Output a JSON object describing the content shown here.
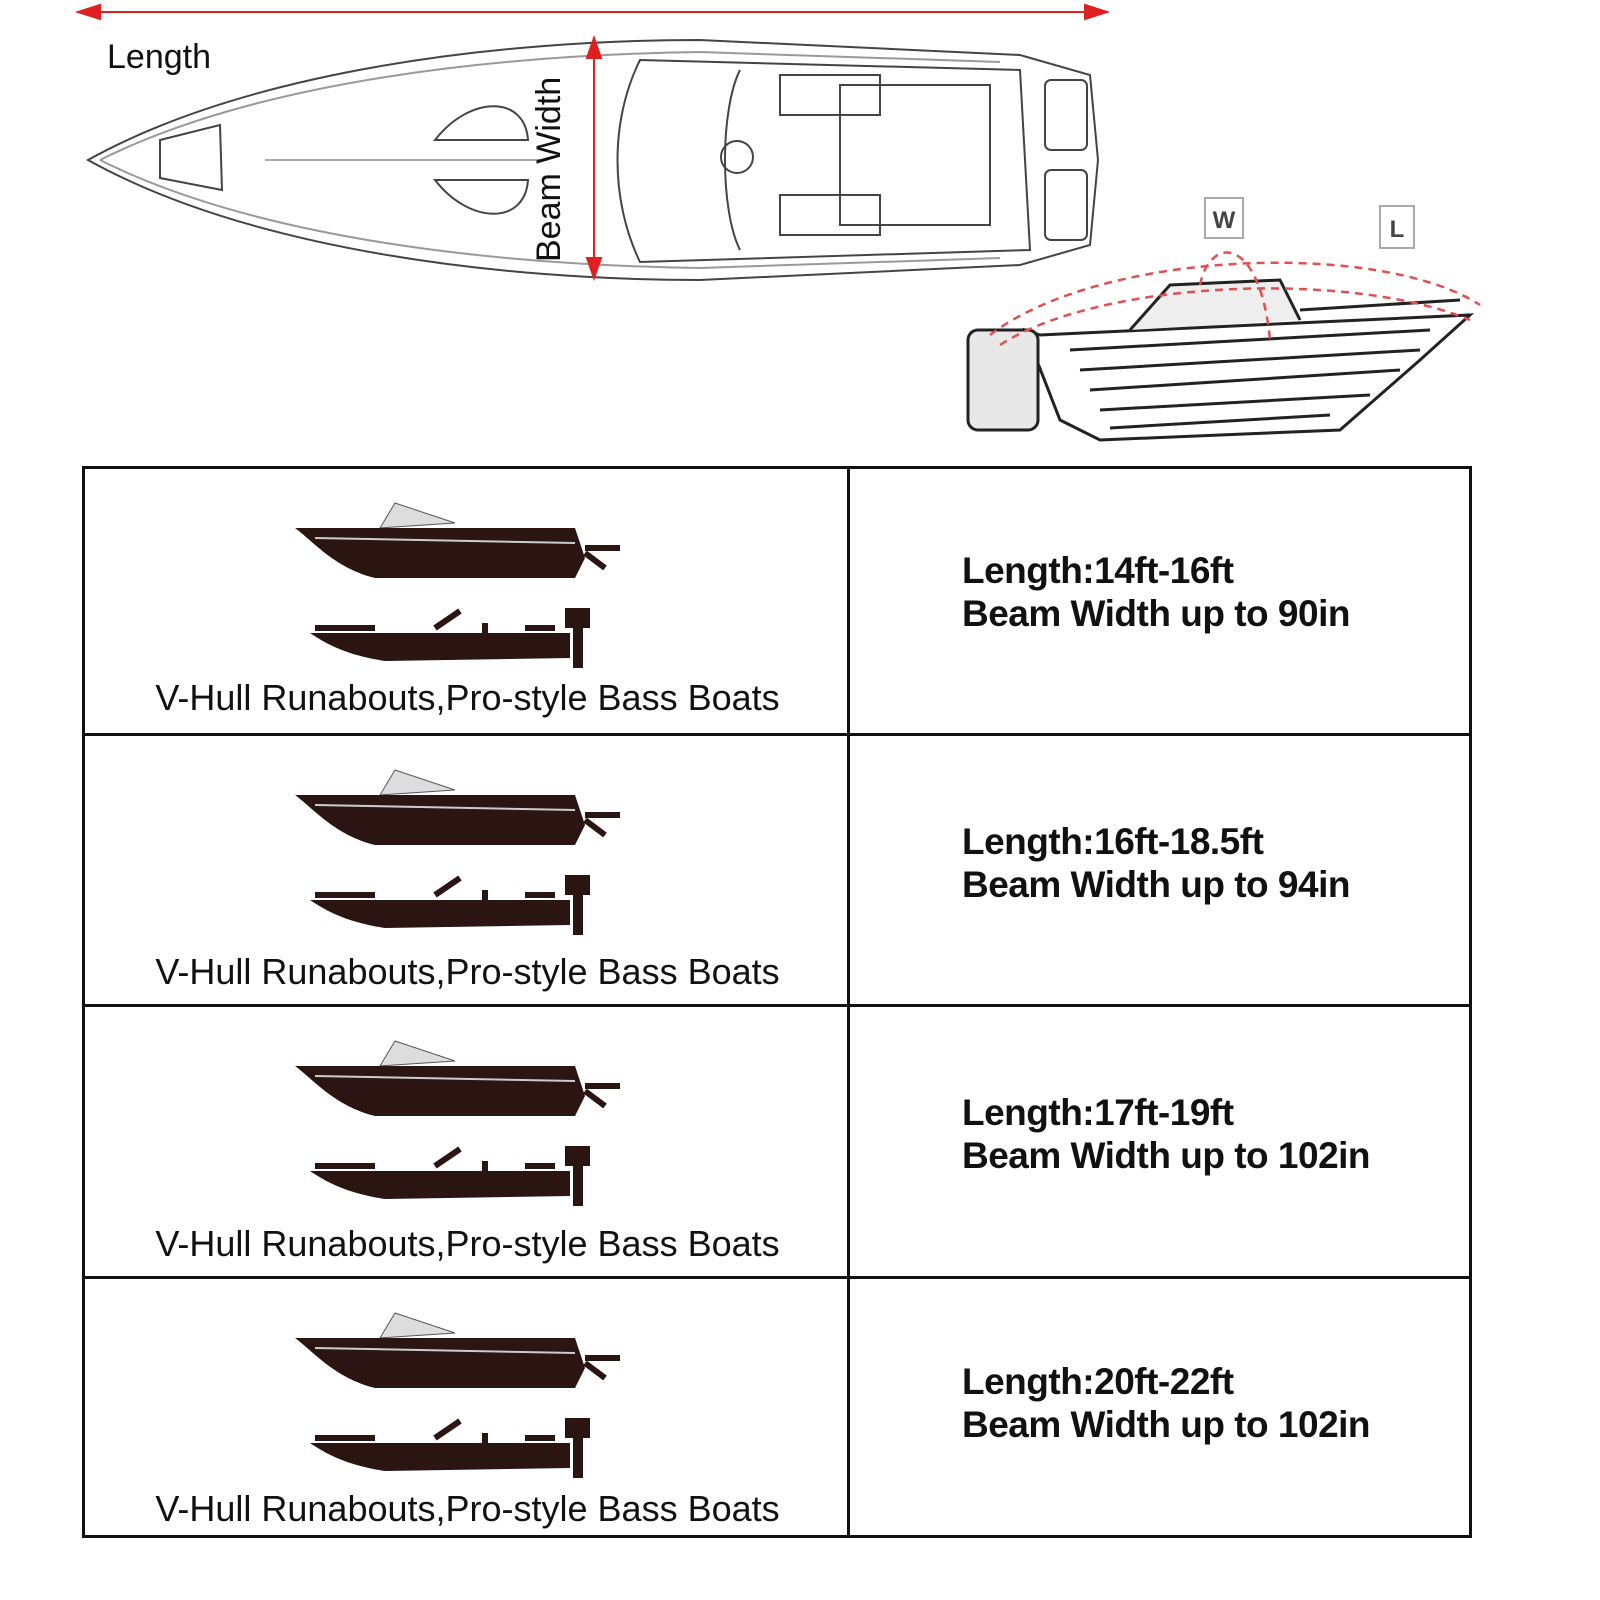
{
  "diagram": {
    "length_label": "Length",
    "beam_width_label": "Beam Width",
    "width_marker": "W",
    "length_marker": "L",
    "accent_color": "#e02020"
  },
  "table": {
    "rows": [
      {
        "boat_type": "V-Hull Runabouts,Pro-style Bass Boats",
        "length": "Length:14ft-16ft",
        "beam": "Beam Width up to 90in"
      },
      {
        "boat_type": "V-Hull Runabouts,Pro-style Bass Boats",
        "length": "Length:16ft-18.5ft",
        "beam": "Beam Width up to 94in"
      },
      {
        "boat_type": "V-Hull Runabouts,Pro-style Bass Boats",
        "length": "Length:17ft-19ft",
        "beam": "Beam Width up to 102in"
      },
      {
        "boat_type": "V-Hull Runabouts,Pro-style Bass Boats",
        "length": "Length:20ft-22ft",
        "beam": "Beam Width up to 102in"
      }
    ]
  }
}
